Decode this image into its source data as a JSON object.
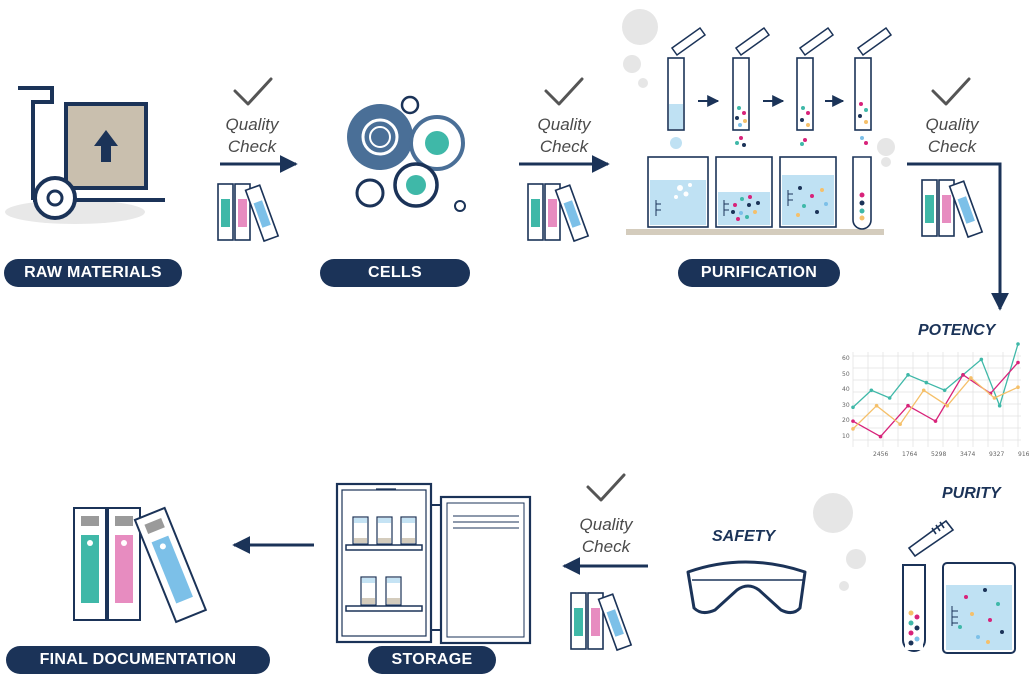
{
  "stages": {
    "raw_materials": "RAW MATERIALS",
    "cells": "CELLS",
    "purification": "PURIFICATION",
    "storage": "STORAGE",
    "final_documentation": "FINAL DOCUMENTATION"
  },
  "quality_check": {
    "line1": "Quality",
    "line2": "Check"
  },
  "tests": {
    "potency": "POTENCY",
    "purity": "PURITY",
    "safety": "SAFETY"
  },
  "colors": {
    "navy": "#1b3358",
    "teal": "#3fb8a8",
    "pink": "#e78cc0",
    "blue": "#7cc0e8",
    "gray": "#8a8a8a",
    "orange": "#f5c06a",
    "magenta": "#d8237a"
  },
  "chart_data": {
    "type": "line",
    "y_ticks": [
      "60",
      "50",
      "40",
      "30",
      "20",
      "10"
    ],
    "x_ticks": [
      "2456",
      "1764",
      "5298",
      "3474",
      "9327",
      "916"
    ],
    "ylim": [
      0,
      70
    ],
    "series": [
      {
        "color": "teal",
        "values": [
          29,
          40,
          35,
          50,
          45,
          40,
          50,
          60,
          30,
          70
        ]
      },
      {
        "color": "magenta",
        "values": [
          20,
          10,
          30,
          20,
          50,
          38,
          58
        ]
      },
      {
        "color": "orange",
        "values": [
          15,
          30,
          18,
          40,
          30,
          48,
          35,
          42
        ]
      }
    ]
  }
}
